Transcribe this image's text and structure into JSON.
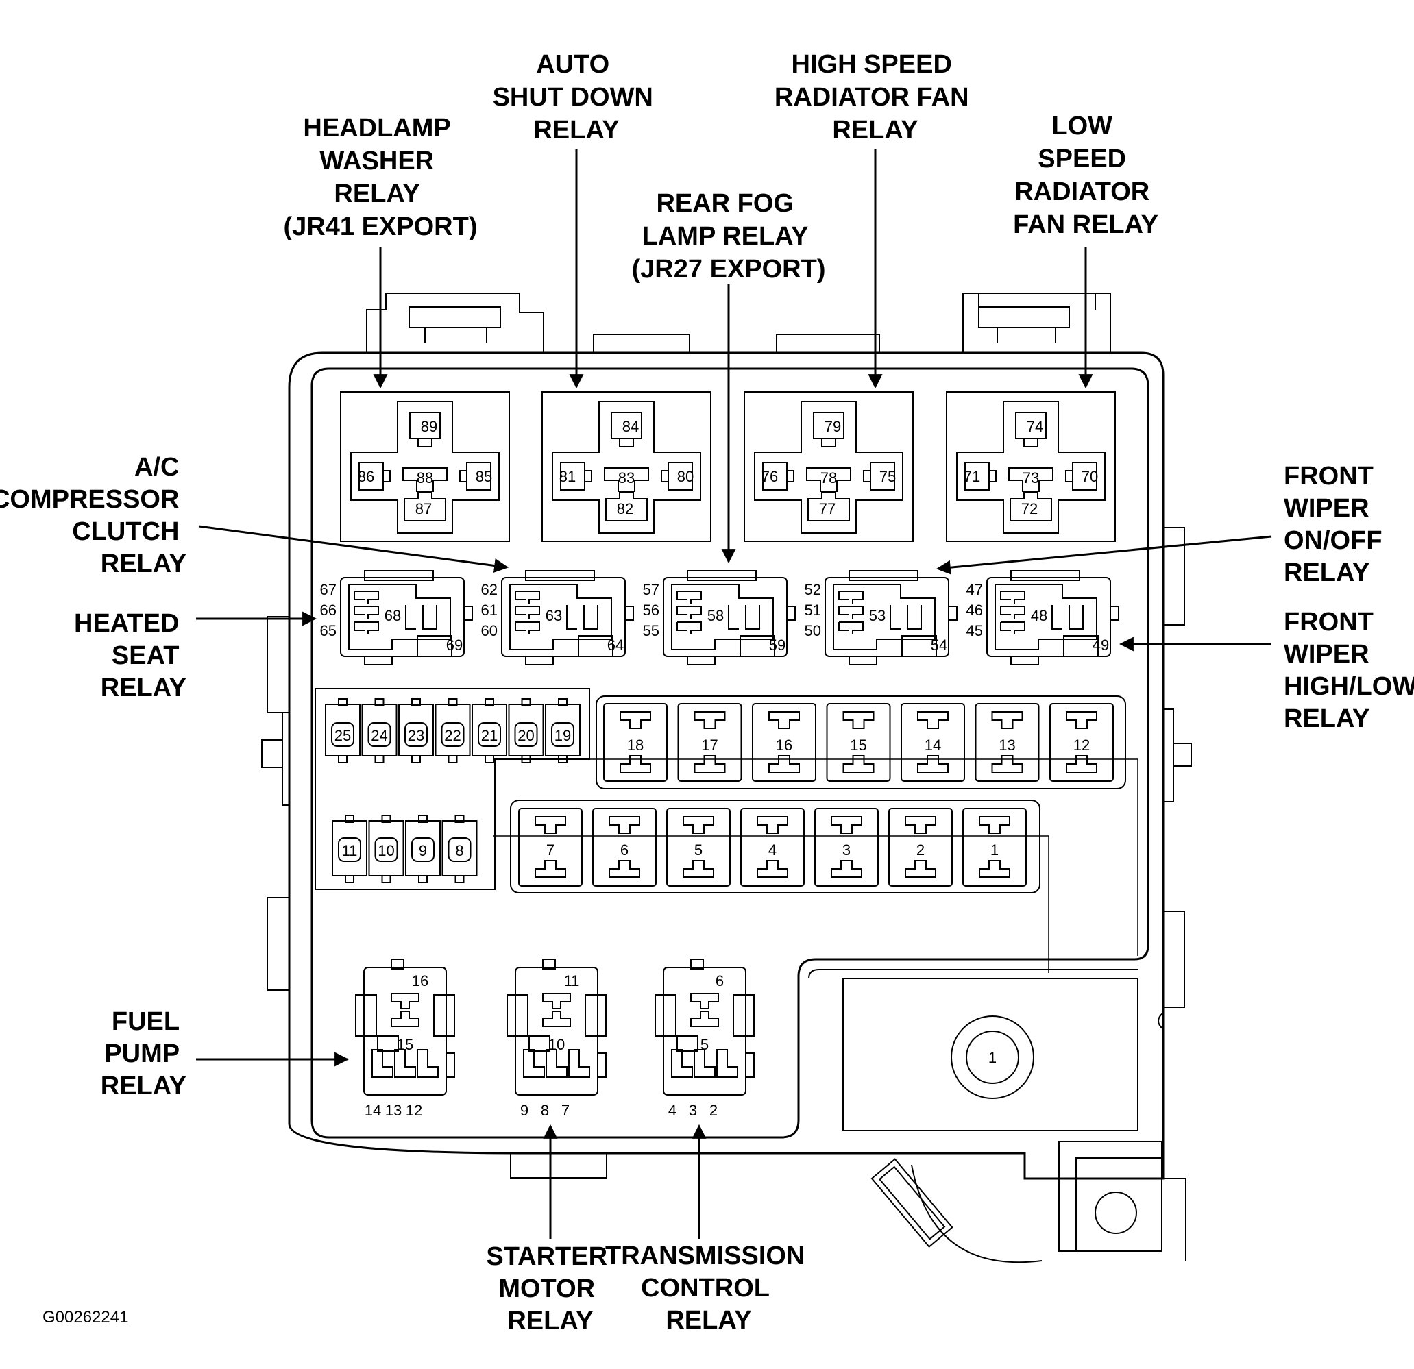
{
  "figure_id": "G00262241",
  "callouts": {
    "headlamp_washer": [
      "HEADLAMP",
      "WASHER",
      "RELAY",
      "(JR41 EXPORT)"
    ],
    "auto_shutdown": [
      "AUTO",
      "SHUT DOWN",
      "RELAY"
    ],
    "high_speed_fan": [
      "HIGH SPEED",
      "RADIATOR FAN",
      "RELAY"
    ],
    "low_speed_fan": [
      "LOW",
      "SPEED",
      "RADIATOR",
      "FAN RELAY"
    ],
    "rear_fog": [
      "REAR FOG",
      "LAMP RELAY",
      "(JR27 EXPORT)"
    ],
    "ac_clutch": [
      "A/C",
      "COMPRESSOR",
      "CLUTCH",
      "RELAY"
    ],
    "heated_seat": [
      "HEATED",
      "SEAT",
      "RELAY"
    ],
    "wiper_onoff": [
      "FRONT",
      "WIPER",
      "ON/OFF",
      "RELAY"
    ],
    "wiper_highlow": [
      "FRONT",
      "WIPER",
      "HIGH/LOW",
      "RELAY"
    ],
    "fuel_pump": [
      "FUEL",
      "PUMP",
      "RELAY"
    ],
    "starter_motor": [
      "STARTER",
      "MOTOR",
      "RELAY"
    ],
    "transmission": [
      "TRANSMISSION",
      "CONTROL",
      "RELAY"
    ]
  },
  "big_relays": [
    {
      "top": "89",
      "left": "86",
      "center": "88",
      "right": "85",
      "bottom": "87"
    },
    {
      "top": "84",
      "left": "81",
      "center": "83",
      "right": "80",
      "bottom": "82"
    },
    {
      "top": "79",
      "left": "76",
      "center": "78",
      "right": "75",
      "bottom": "77"
    },
    {
      "top": "74",
      "left": "71",
      "center": "73",
      "right": "70",
      "bottom": "72"
    }
  ],
  "mini_relays": [
    {
      "p1": "67",
      "p2": "66",
      "p3": "65",
      "center": "68",
      "corner": "69"
    },
    {
      "p1": "62",
      "p2": "61",
      "p3": "60",
      "center": "63",
      "corner": "64"
    },
    {
      "p1": "57",
      "p2": "56",
      "p3": "55",
      "center": "58",
      "corner": "59"
    },
    {
      "p1": "52",
      "p2": "51",
      "p3": "50",
      "center": "53",
      "corner": "54"
    },
    {
      "p1": "47",
      "p2": "46",
      "p3": "45",
      "center": "48",
      "corner": "49"
    }
  ],
  "mini_fuses_row1": [
    "25",
    "24",
    "23",
    "22",
    "21",
    "20",
    "19"
  ],
  "mini_fuses_row2": [
    "11",
    "10",
    "9",
    "8"
  ],
  "cartridge_fuses_row1": [
    "18",
    "17",
    "16",
    "15",
    "14",
    "13",
    "12"
  ],
  "cartridge_fuses_row2": [
    "7",
    "6",
    "5",
    "4",
    "3",
    "2",
    "1"
  ],
  "micro_relays": [
    {
      "top": "16",
      "mid": "15",
      "bottom": [
        "14",
        "13",
        "12"
      ]
    },
    {
      "top": "11",
      "mid": "10",
      "bottom": [
        "9",
        "8",
        "7"
      ]
    },
    {
      "top": "6",
      "mid": "5",
      "bottom": [
        "4",
        "3",
        "2"
      ]
    }
  ],
  "main_fuse": "1"
}
